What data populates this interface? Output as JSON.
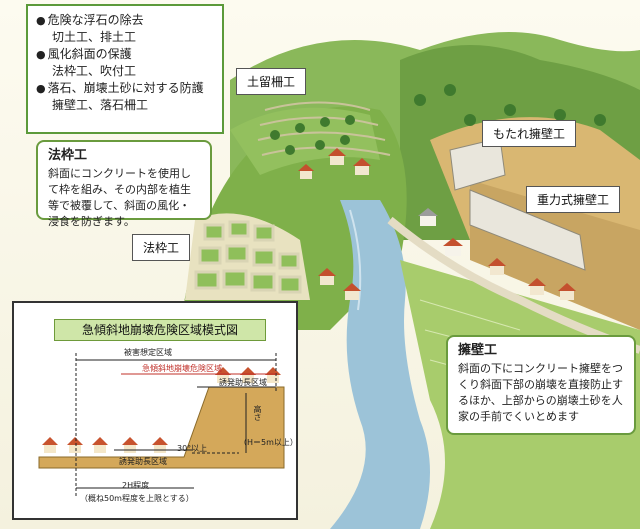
{
  "legend": {
    "items": [
      {
        "bullet": "●",
        "main": "危険な浮石の除去",
        "sub": "切土工、排土工"
      },
      {
        "bullet": "●",
        "main": "風化斜面の保護",
        "sub": "法枠工、吹付工"
      },
      {
        "bullet": "●",
        "main": "落石、崩壊土砂に対する防護",
        "sub": "擁壁工、落石柵工"
      }
    ]
  },
  "cards": {
    "norikake": {
      "title": "法枠工",
      "body": "斜面にコンクリートを使用して枠を組み、その内部を植生等で被覆して、斜面の風化・浸食を防ぎます。"
    },
    "youheki": {
      "title": "擁壁工",
      "body": "斜面の下にコンクリート擁壁をつくり斜面下部の崩壊を直接防止するほか、上部からの崩壊土砂を人家の手前でくいとめます"
    }
  },
  "tags": {
    "dodome": "土留柵工",
    "motare": "もたれ擁壁工",
    "juryoku": "重力式擁壁工",
    "norikake": "法枠工"
  },
  "inset": {
    "title": "急傾斜地崩壊危険区域模式図",
    "higai": "被害想定区域",
    "kiken": "急傾斜地崩壊危険区域",
    "yuhatsu_top": "誘発助長区域",
    "takasa": "高さ",
    "h_label": "（H＝5m以上）",
    "angle": "30°以上",
    "yuhatsu_bottom": "誘発助長区域",
    "twoh": "2H程度",
    "twoh_note": "（概ね50m程度を上限とする）"
  },
  "colors": {
    "accent_green": "#6a9b3e",
    "red_text": "#c0302a",
    "title_bar": "#cfe6a8"
  }
}
